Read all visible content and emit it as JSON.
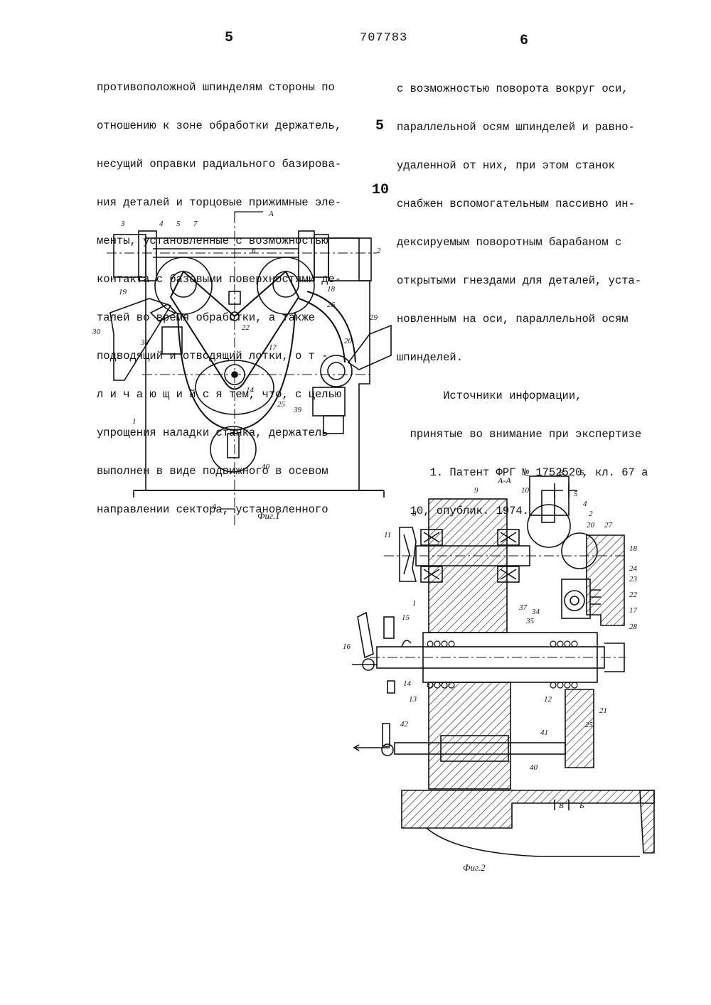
{
  "header": {
    "page_left": "5",
    "page_right": "6",
    "doc_number": "707783"
  },
  "line_markers": [
    "5",
    "10"
  ],
  "left_column": [
    "противоположной шпинделям стороны по",
    "отношению к зоне обработки держатель,",
    "несущий оправки радиального базирова-",
    "ния деталей и торцовые прижимные эле-",
    "менты, установленные с возможностью",
    "контакта с базовыми поверхностями де-",
    "талей во время обработки, а также",
    "подводящий и отводящий лотки, о т -",
    "л и ч а ю щ и й с я тем, что, с целью",
    "упрощения наладки станка, держатель",
    "выполнен в виде подвижного в осевом",
    "направлении сектора, установленного"
  ],
  "right_column": [
    "с возможностью поворота вокруг оси,",
    "параллельной осям шпинделей и равно-",
    "удаленной от них, при этом станок",
    "снабжен вспомогательным пассивно ин-",
    "дексируемым поворотным барабаном с",
    "открытыми гнездами для деталей, уста-",
    "новленным на оси, параллельной осям",
    "шпинделей.",
    "       Источники информации,",
    "  принятые во внимание при экспертизе",
    "     1. Патент ФРГ № 1752520, кл. 67 а",
    "  10, опублик. 1974."
  ],
  "figure1": {
    "caption": "Фиг.1",
    "section_marks": [
      "А",
      "А"
    ],
    "labels": [
      "3",
      "4",
      "5",
      "7",
      "6",
      "2",
      "19",
      "18",
      "26",
      "22",
      "29",
      "30",
      "38",
      "17",
      "20",
      "14",
      "25",
      "39",
      "1",
      "40"
    ]
  },
  "figure2": {
    "caption": "Фиг.2",
    "section_title": "А-А",
    "section_marks": [
      "В",
      "Б",
      "В",
      "Б"
    ],
    "labels": [
      "9",
      "10",
      "5",
      "4",
      "8",
      "11",
      "2",
      "20",
      "27",
      "18",
      "24",
      "23",
      "22",
      "17",
      "28",
      "34",
      "37",
      "35",
      "1",
      "15",
      "16",
      "14",
      "13",
      "12",
      "21",
      "25",
      "42",
      "41",
      "40"
    ]
  }
}
